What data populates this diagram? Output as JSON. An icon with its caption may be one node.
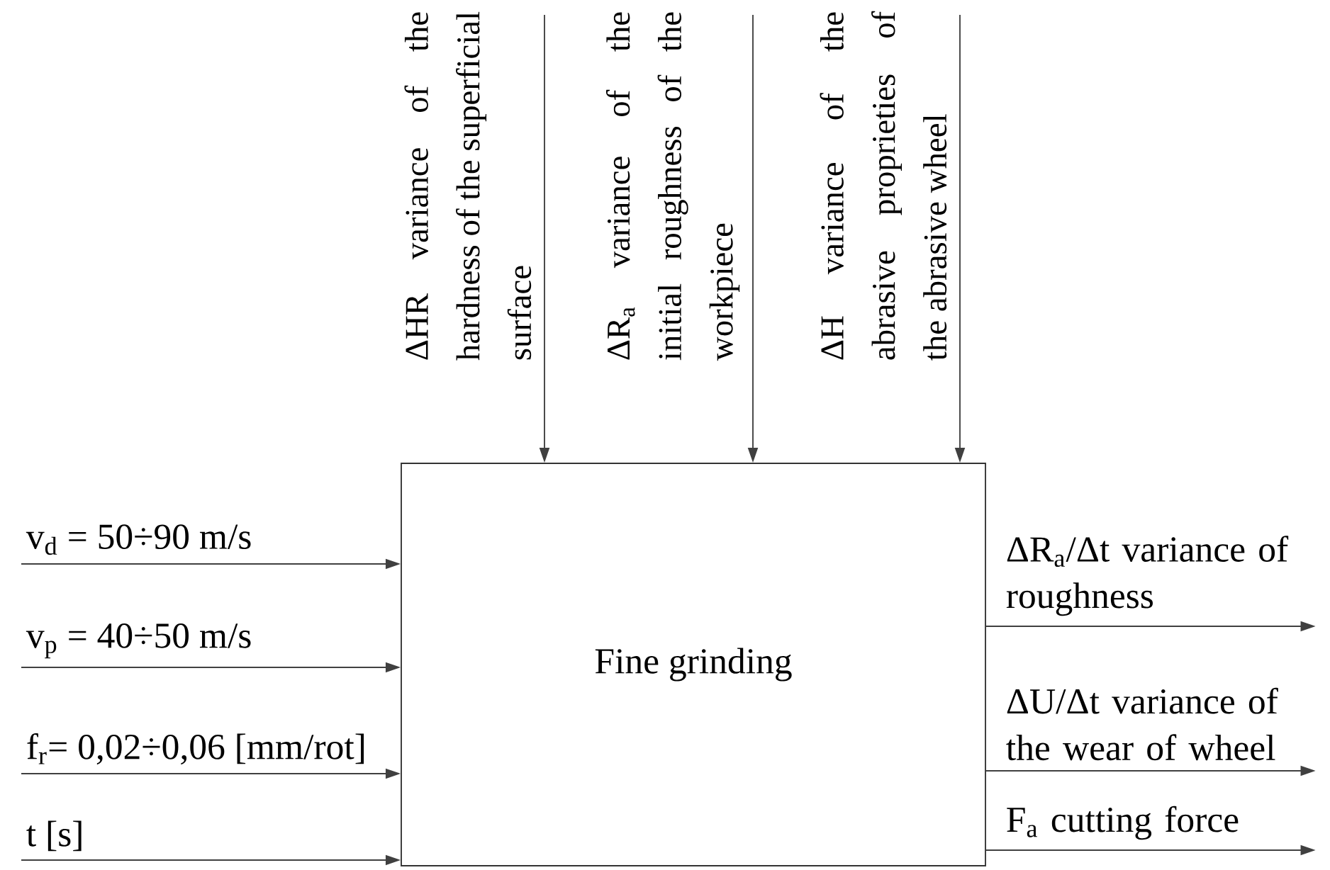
{
  "diagram": {
    "nodes": [
      {
        "text": [
          "Fine grinding"
        ]
      },
      {
        "text": [
          "ΔHR variance of the hardness of the superficial surface"
        ]
      },
      {
        "text": [
          "ΔR$_{a}$ variance of the initial roughness of the workpiece"
        ]
      },
      {
        "text": [
          "ΔH variance of the abrasive proprieties of the abrasive wheel"
        ]
      },
      {
        "text": [
          "v$_{d}$ = 50÷90 m/s"
        ]
      },
      {
        "text": [
          "v$_{p}$ = 40÷50 m/s"
        ]
      },
      {
        "text": [
          "f$_{r}$= 0,02÷0,06 [mm/rot]"
        ]
      },
      {
        "text": [
          "t [s]"
        ]
      },
      {
        "text": [
          "ΔR$_{a}$/Δt variance of roughness"
        ]
      },
      {
        "text": [
          "ΔU/Δt variance of the wear of wheel"
        ]
      },
      {
        "text": [
          "F$_{a}$ cutting force"
        ]
      }
    ],
    "edges": [
      {
        "from": 1,
        "to": 0,
        "arrow": "to"
      },
      {
        "from": 2,
        "to": 0,
        "arrow": "to"
      },
      {
        "from": 3,
        "to": 0,
        "arrow": "to"
      },
      {
        "from": 4,
        "to": 0,
        "arrow": "to"
      },
      {
        "from": 5,
        "to": 0,
        "arrow": "to"
      },
      {
        "from": 6,
        "to": 0,
        "arrow": "to"
      },
      {
        "from": 7,
        "to": 0,
        "arrow": "to"
      },
      {
        "from": 0,
        "to": 8,
        "arrow": "to"
      },
      {
        "from": 0,
        "to": 9,
        "arrow": "to"
      },
      {
        "from": 0,
        "to": 10,
        "arrow": "to"
      }
    ]
  }
}
